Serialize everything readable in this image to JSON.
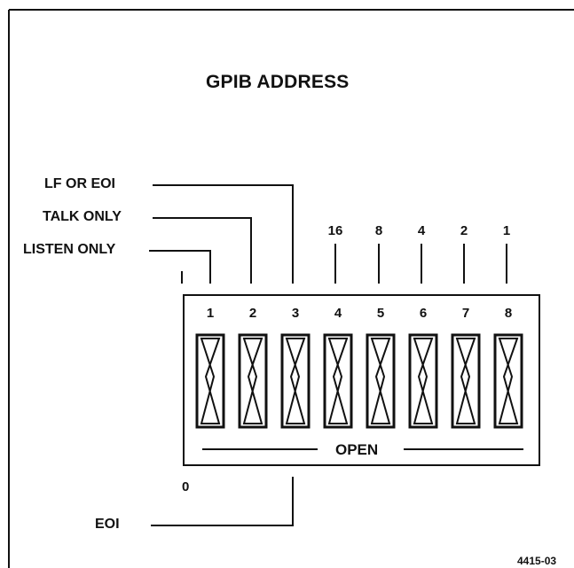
{
  "title": "GPIB ADDRESS",
  "labels": {
    "lf_or_eoi": "LF OR EOI",
    "talk_only": "TALK ONLY",
    "listen_only": "LISTEN ONLY",
    "eoi": "EOI",
    "zero": "0",
    "open": "OPEN",
    "figure_number": "4415-03"
  },
  "switch_numbers": [
    "1",
    "2",
    "3",
    "4",
    "5",
    "6",
    "7",
    "8"
  ],
  "address_weights": [
    "16",
    "8",
    "4",
    "2",
    "1"
  ],
  "colors": {
    "ink": "#111111",
    "background": "#ffffff"
  }
}
